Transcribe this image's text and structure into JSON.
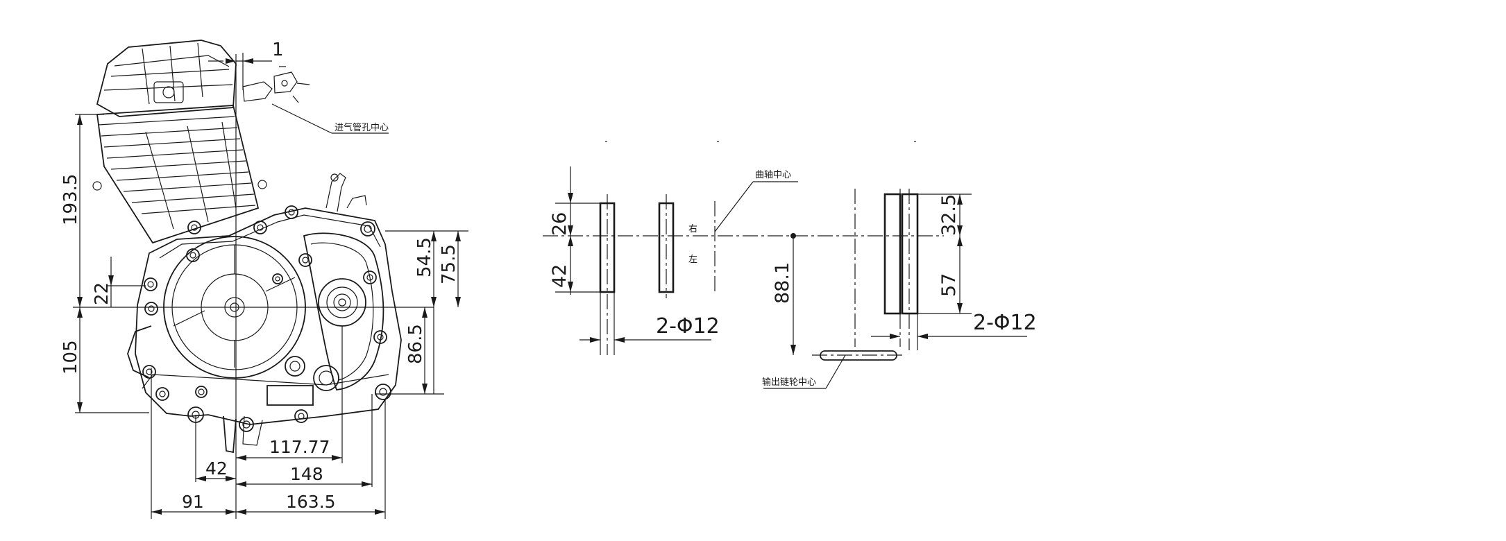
{
  "engine_view": {
    "dims": {
      "top_offset": "1",
      "height_upper": "193.5",
      "height_lower": "105",
      "small_22": "22",
      "r_545": "54.5",
      "r_755": "75.5",
      "r_865": "86.5",
      "h_11777": "117.77",
      "h_42": "42",
      "h_148": "148",
      "h_91": "91",
      "h_1635": "163.5"
    },
    "labels": {
      "intake_center": "进气管孔中心"
    }
  },
  "mounting_view": {
    "dims": {
      "v_26": "26",
      "v_42": "42",
      "v_881": "88.1",
      "v_325": "32.5",
      "v_57": "57",
      "hole_left": "2-Φ12",
      "hole_right": "2-Φ12"
    },
    "labels": {
      "crankshaft_center": "曲轴中心",
      "right_side": "右",
      "left_side": "左",
      "output_sprocket_center": "输出链轮中心"
    }
  }
}
